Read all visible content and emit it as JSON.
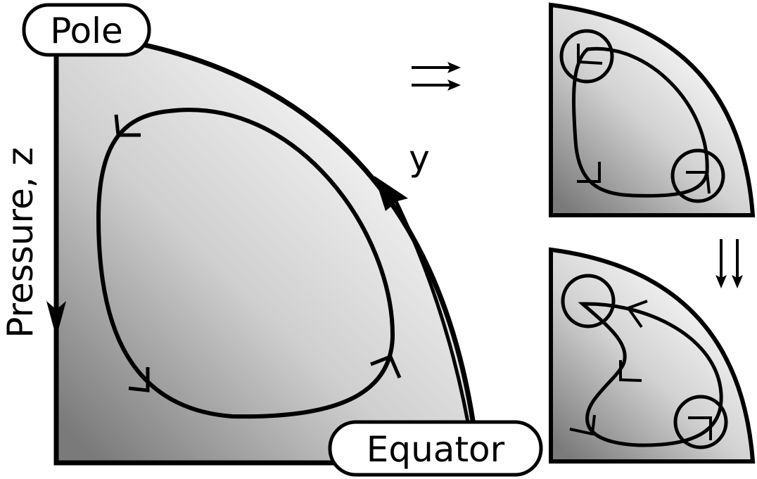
{
  "labels": {
    "pole": "Pole",
    "equator": "Equator",
    "pressure_axis": "Pressure, z",
    "y_axis": "y"
  },
  "colors": {
    "stroke": "#000000",
    "fill_light": "#ffffff",
    "fill_dark": "#7a7a7a",
    "background": "#ffffff"
  },
  "icons": [
    "arrow-right-icon",
    "arrow-down-icon",
    "circle-marker-icon"
  ]
}
